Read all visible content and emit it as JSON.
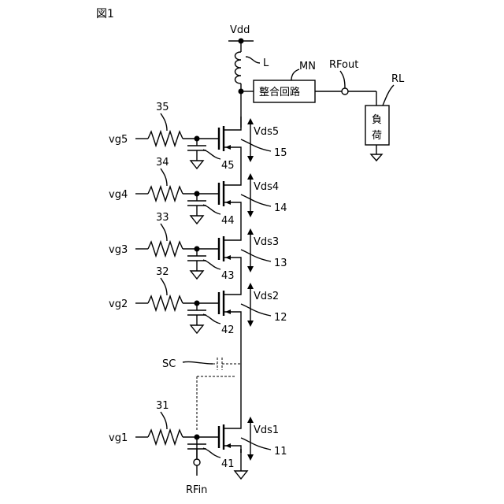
{
  "figure_label": "図1",
  "supply": "Vdd",
  "inductor_label": "L",
  "matching_network": {
    "ref": "MN",
    "text": "整合回路"
  },
  "output_terminal": "RFout",
  "load": {
    "ref": "RL",
    "text_line1": "負",
    "text_line2": "荷"
  },
  "input_terminal": "RFin",
  "series_cap_label": "SC",
  "stages": [
    {
      "gate": "vg5",
      "resistor": "35",
      "capacitor": "45",
      "transistor": "15",
      "vds": "Vds5"
    },
    {
      "gate": "vg4",
      "resistor": "34",
      "capacitor": "44",
      "transistor": "14",
      "vds": "Vds4"
    },
    {
      "gate": "vg3",
      "resistor": "33",
      "capacitor": "43",
      "transistor": "13",
      "vds": "Vds3"
    },
    {
      "gate": "vg2",
      "resistor": "32",
      "capacitor": "42",
      "transistor": "12",
      "vds": "Vds2"
    },
    {
      "gate": "vg1",
      "resistor": "31",
      "capacitor": "41",
      "transistor": "11",
      "vds": "Vds1"
    }
  ]
}
